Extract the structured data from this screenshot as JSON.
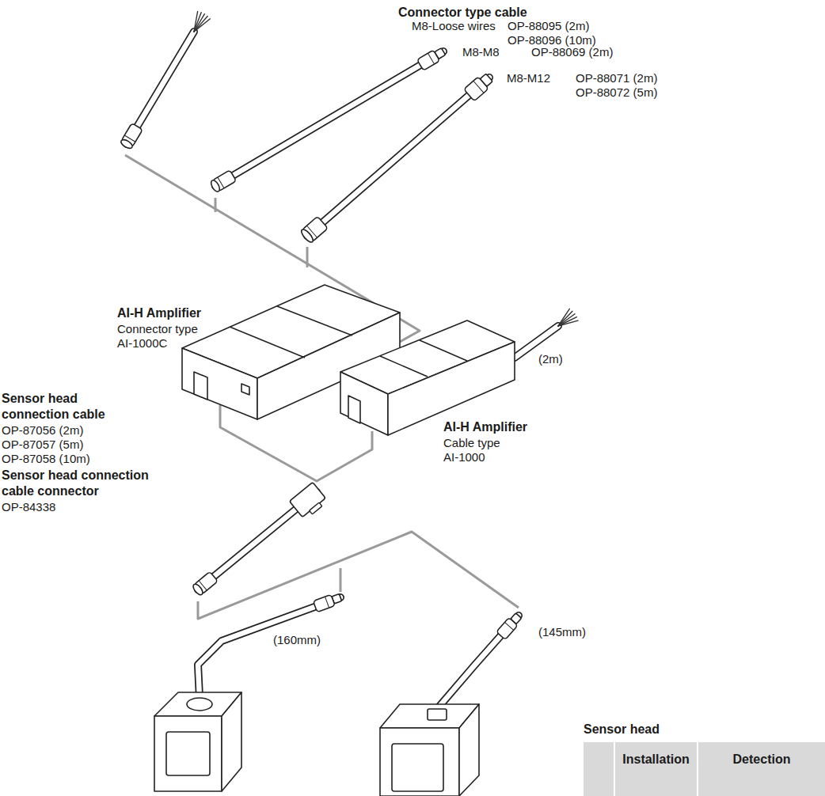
{
  "diagram": {
    "labels": [
      "Connector type cable",
      "M8-Loose wires",
      "OP-88095 (2m)",
      "OP-88096 (10m)",
      "M8-M8",
      "OP-88069 (2m)",
      "M8-M12",
      "OP-88071 (2m)",
      "OP-88072 (5m)",
      "AI-H Amplifier",
      "Connector type",
      "AI-1000C",
      "(2m)",
      "AI-H Amplifier",
      "Cable type",
      "AI-1000",
      "Sensor head connection cable",
      "OP-87056 (2m)",
      "OP-87057 (5m)",
      "OP-87058 (10m)",
      "Sensor head connection cable connector",
      "OP-84338",
      "(160mm)",
      "(145mm)",
      "Sensor head",
      "Installation",
      "Detection"
    ]
  }
}
